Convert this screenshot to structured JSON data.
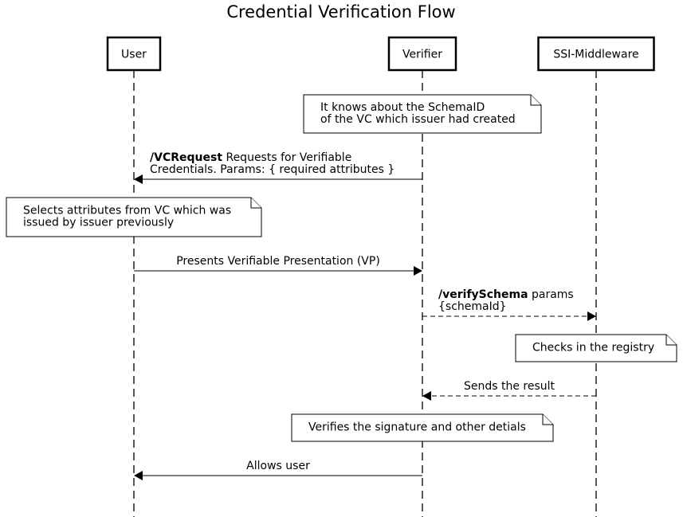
{
  "title": "Credential Verification Flow",
  "participants": [
    {
      "id": "user",
      "label": "User"
    },
    {
      "id": "verifier",
      "label": "Verifier"
    },
    {
      "id": "ssi",
      "label": "SSI-Middleware"
    }
  ],
  "steps": [
    {
      "kind": "note",
      "lines": [
        "It knows about the SchemaID",
        "of the VC which issuer had created"
      ]
    },
    {
      "kind": "message",
      "from": "verifier",
      "to": "user",
      "style": "solid",
      "lines": [
        [
          {
            "text": "/VCRequest",
            "bold": true
          },
          {
            "text": " Requests for Verifiable"
          }
        ],
        [
          {
            "text": "Credentials. Params: { required attributes }"
          }
        ]
      ]
    },
    {
      "kind": "note",
      "lines": [
        "Selects attributes from VC which was",
        "issued by issuer previously"
      ]
    },
    {
      "kind": "message",
      "from": "user",
      "to": "verifier",
      "style": "solid",
      "lines": [
        [
          {
            "text": "Presents Verifiable Presentation (VP)"
          }
        ]
      ]
    },
    {
      "kind": "message",
      "from": "verifier",
      "to": "ssi",
      "style": "dashed",
      "lines": [
        [
          {
            "text": "/verifySchema",
            "bold": true
          },
          {
            "text": " params"
          }
        ],
        [
          {
            "text": "{schemaId}"
          }
        ]
      ]
    },
    {
      "kind": "note",
      "lines": [
        "Checks in the registry"
      ]
    },
    {
      "kind": "message",
      "from": "ssi",
      "to": "verifier",
      "style": "dashed",
      "lines": [
        [
          {
            "text": "Sends the result"
          }
        ]
      ]
    },
    {
      "kind": "note",
      "lines": [
        "Verifies the signature and other detials"
      ]
    },
    {
      "kind": "message",
      "from": "verifier",
      "to": "user",
      "style": "solid",
      "lines": [
        [
          {
            "text": "Allows user"
          }
        ]
      ]
    }
  ]
}
